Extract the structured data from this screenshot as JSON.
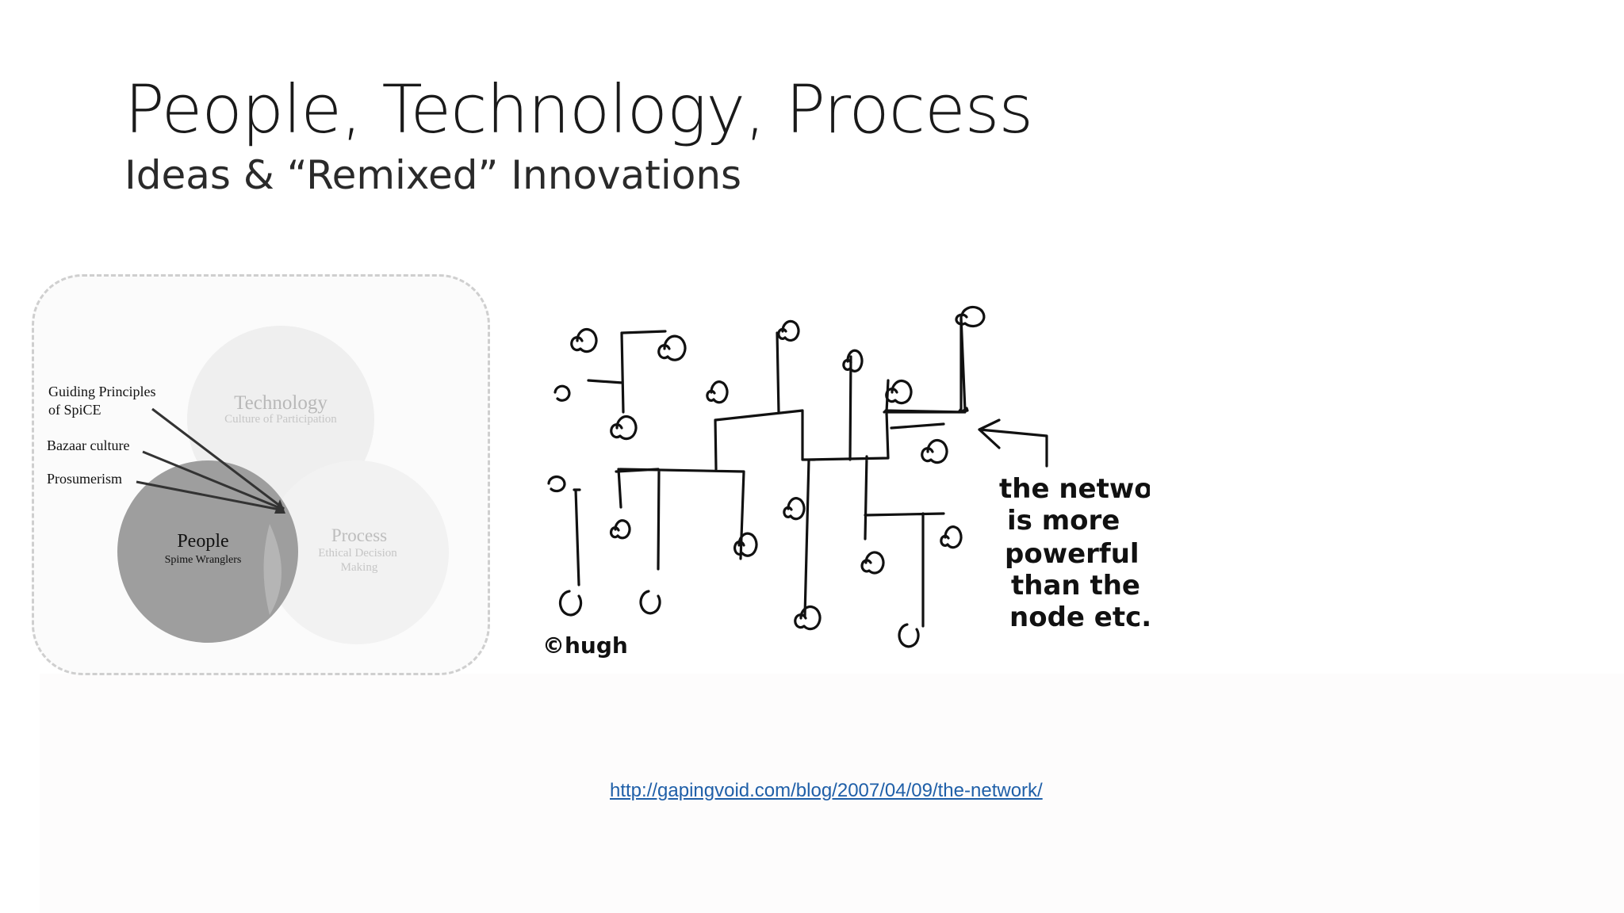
{
  "slide": {
    "title": "People, Technology, Process",
    "subtitle": "Ideas & “Remixed” Innovations",
    "link": "http://gapingvoid.com/blog/2007/04/09/the-network/"
  },
  "venn": {
    "labels": {
      "guiding_1": "Guiding Principles",
      "guiding_2": "of SpiCE",
      "bazaar": "Bazaar culture",
      "prosumerism": "Prosumerism"
    },
    "circles": {
      "technology_title": "Technology",
      "technology_sub": "Culture of Participation",
      "people_title": "People",
      "people_sub": "Spime Wranglers",
      "process_title": "Process",
      "process_sub_1": "Ethical Decision",
      "process_sub_2": "Making"
    },
    "colors": {
      "people": "#9e9e9e",
      "technology": "#eeeeee",
      "process": "#f0f0f0",
      "pointer": "#333333"
    }
  },
  "cartoon": {
    "caption_lines": [
      "the network",
      "is more",
      "powerful",
      "than the",
      "node etc."
    ],
    "signature": "©hugh"
  }
}
